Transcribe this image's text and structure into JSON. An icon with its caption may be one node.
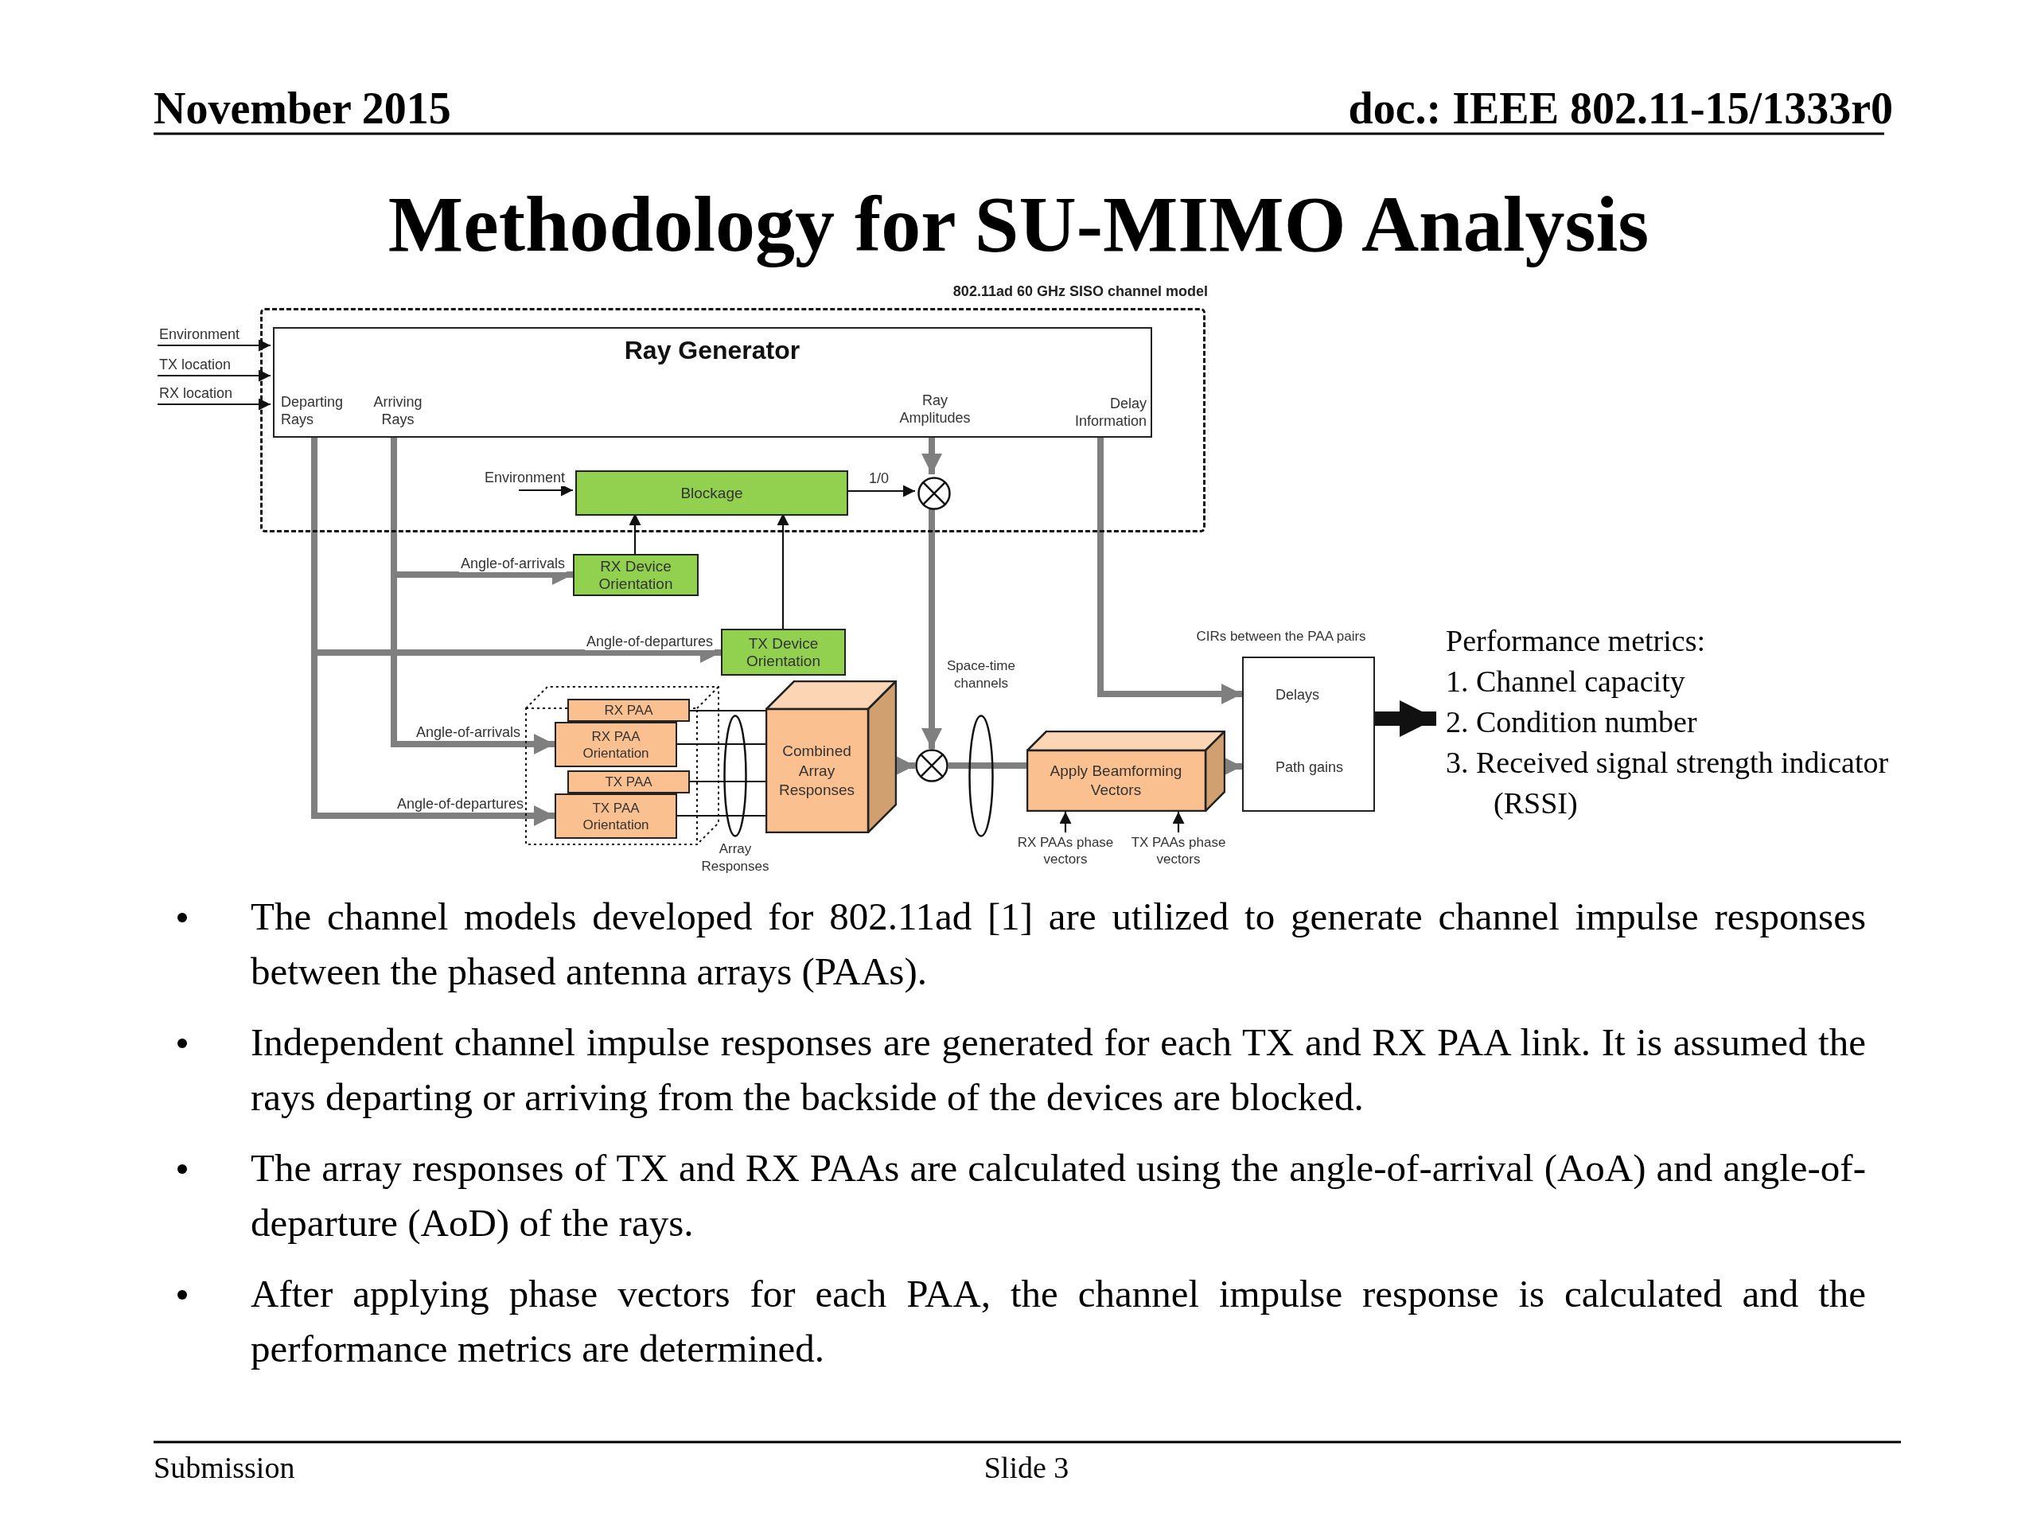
{
  "diagram": {
    "title": "Methodology for SU-MIMO Analysis",
    "nodes": [
      {
        "text": [
          "802.11ad 60 GHz SISO channel model"
        ]
      },
      {
        "text": [
          "Ray Generator",
          "Departing Rays",
          "Arriving Rays",
          "Ray Amplitudes",
          "Delay Information"
        ],
        "in": 0
      },
      {
        "text": [
          "Blockage"
        ],
        "in": 0
      },
      {
        "text": [],
        "shape": "circle",
        "in": 0
      },
      {
        "text": [
          "RX Device Orientation"
        ]
      },
      {
        "text": [
          "TX Device Orientation"
        ]
      },
      {
        "text": [],
        "shape": "box"
      },
      {
        "text": [
          "RX PAA"
        ],
        "in": 6
      },
      {
        "text": [
          "RX PAA Orientation"
        ],
        "in": 6
      },
      {
        "text": [
          "TX PAA"
        ],
        "in": 6
      },
      {
        "text": [
          "TX PAA Orientation"
        ],
        "in": 6
      },
      {
        "text": [
          "Combined Array Responses"
        ]
      },
      {
        "text": [],
        "shape": "circle"
      },
      {
        "text": [
          "Apply Beamforming Vectors"
        ]
      },
      {
        "text": [
          "Delays",
          "Path gains"
        ],
        "beside": [
          "CIRs between the PAA pairs"
        ]
      },
      {
        "text": [
          "Performance metrics:",
          "1. Channel capacity",
          "2. Condition number",
          "3. Received signal strength indicator (RSSI)"
        ]
      },
      {
        "text": [],
        "shape": "ellipse",
        "beside": [
          "Array Responses"
        ]
      },
      {
        "text": [],
        "shape": "ellipse",
        "beside": [
          "Space-time channels"
        ]
      }
    ],
    "edges": [
      {
        "from": null,
        "to": 1,
        "arrow": "to",
        "label": "Environment"
      },
      {
        "from": null,
        "to": 1,
        "arrow": "to",
        "label": "TX location"
      },
      {
        "from": null,
        "to": 1,
        "arrow": "to",
        "label": "RX location"
      },
      {
        "from": null,
        "to": 2,
        "arrow": "to",
        "label": "Environment"
      },
      {
        "from": 2,
        "to": 3,
        "arrow": "to",
        "label": "1/0"
      },
      {
        "from": 1,
        "to": 3,
        "arrow": "to",
        "style": "thick",
        "color": "#7f7f7f"
      },
      {
        "from": 1,
        "to": 4,
        "arrow": "to",
        "label": "Angle-of-arrivals",
        "style": "thick",
        "color": "#7f7f7f"
      },
      {
        "from": 1,
        "to": 5,
        "arrow": "to",
        "label": "Angle-of-departures",
        "style": "thick",
        "color": "#7f7f7f"
      },
      {
        "from": 1,
        "to": 8,
        "arrow": "to",
        "label": "Angle-of-arrivals",
        "style": "thick",
        "color": "#7f7f7f"
      },
      {
        "from": 1,
        "to": 10,
        "arrow": "to",
        "label": "Angle-of-departures",
        "style": "thick",
        "color": "#7f7f7f"
      },
      {
        "from": 4,
        "to": 2,
        "arrow": "to"
      },
      {
        "from": 5,
        "to": 2,
        "arrow": "to"
      },
      {
        "from": 7,
        "to": 11,
        "arrow": "none"
      },
      {
        "from": 8,
        "to": 11,
        "arrow": "none"
      },
      {
        "from": 9,
        "to": 11,
        "arrow": "none"
      },
      {
        "from": 10,
        "to": 11,
        "arrow": "none"
      },
      {
        "from": 11,
        "to": 12,
        "arrow": "to",
        "style": "thick",
        "color": "#7f7f7f"
      },
      {
        "from": 3,
        "to": 12,
        "arrow": "to",
        "style": "thick",
        "color": "#7f7f7f"
      },
      {
        "from": 12,
        "to": 13,
        "arrow": "none",
        "style": "thick",
        "color": "#7f7f7f"
      },
      {
        "from": 1,
        "to": 14,
        "arrow": "to",
        "style": "thick",
        "color": "#7f7f7f"
      },
      {
        "from": 13,
        "to": 14,
        "arrow": "to",
        "style": "thick",
        "color": "#7f7f7f"
      },
      {
        "from": 14,
        "to": 15,
        "arrow": "to",
        "style": "thick"
      },
      {
        "from": null,
        "to": 13,
        "arrow": "to",
        "label": "RX PAAs phase vectors"
      },
      {
        "from": null,
        "to": 13,
        "arrow": "to",
        "label": "TX PAAs phase vectors"
      }
    ],
    "labels": [
      "November 2015",
      "doc.: IEEE 802.11-15/1333r0",
      "The channel models developed for 802.11ad [1] are utilized to generate channel impulse responses between the phased antenna arrays (PAAs).",
      "Independent channel impulse responses are generated for each TX and RX PAA link. It is assumed the rays departing or arriving from the backside of the devices are blocked.",
      "The array responses of TX and RX PAAs are calculated using the angle-of-arrival (AoA) and angle-of-departure (AoD) of the rays.",
      "After applying phase vectors for each PAA, the channel impulse response is calculated and the performance metrics are determined.",
      "Submission",
      "Slide 3"
    ]
  }
}
